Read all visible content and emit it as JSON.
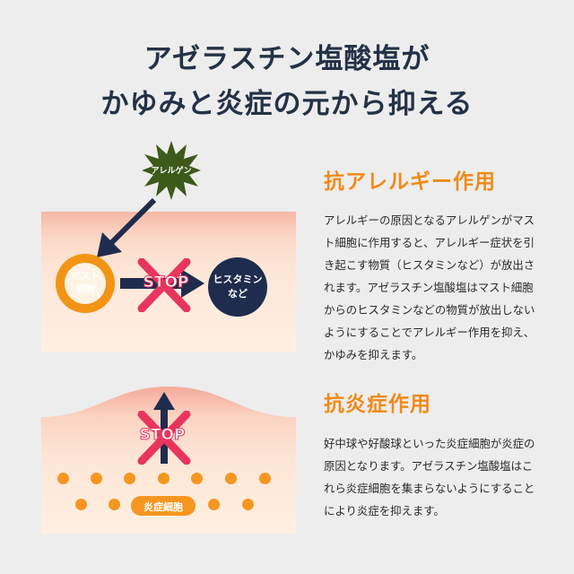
{
  "header": {
    "title_line1": "アゼラスチン塩酸塩が",
    "title_line2": "かゆみと炎症の元から抑える"
  },
  "section1": {
    "heading": "抗アレルギー作用",
    "body": "アレルギーの原因となるアレルゲンがマスト細胞に作用すると、アレルギー症状を引き起こす物質（ヒスタミンなど）が放出されます。アゼラスチン塩酸塩はマスト細胞からのヒスタミンなどの物質が放出しないようにすることでアレルギー作用を抑え、かゆみを抑えます。"
  },
  "section2": {
    "heading": "抗炎症作用",
    "body": "好中球や好酸球といった炎症細胞が炎症の原因となります。アゼラスチン塩酸塩はこれら炎症細胞を集まらないようにすることにより炎症を抑えます。"
  },
  "diagram1": {
    "allergen_label": "アレルゲン",
    "mast_label_line1": "マスト",
    "mast_label_line2": "細胞",
    "stop_label": "STOP",
    "histamine_line1": "ヒスタミン",
    "histamine_line2": "など"
  },
  "diagram2": {
    "stop_label": "STOP",
    "inflam_label": "炎症細胞"
  },
  "colors": {
    "accent_orange": "#f08a18",
    "navy": "#1f2c4d",
    "stop_pink": "#e8355e",
    "allergen_green": "#3d5a1a"
  }
}
